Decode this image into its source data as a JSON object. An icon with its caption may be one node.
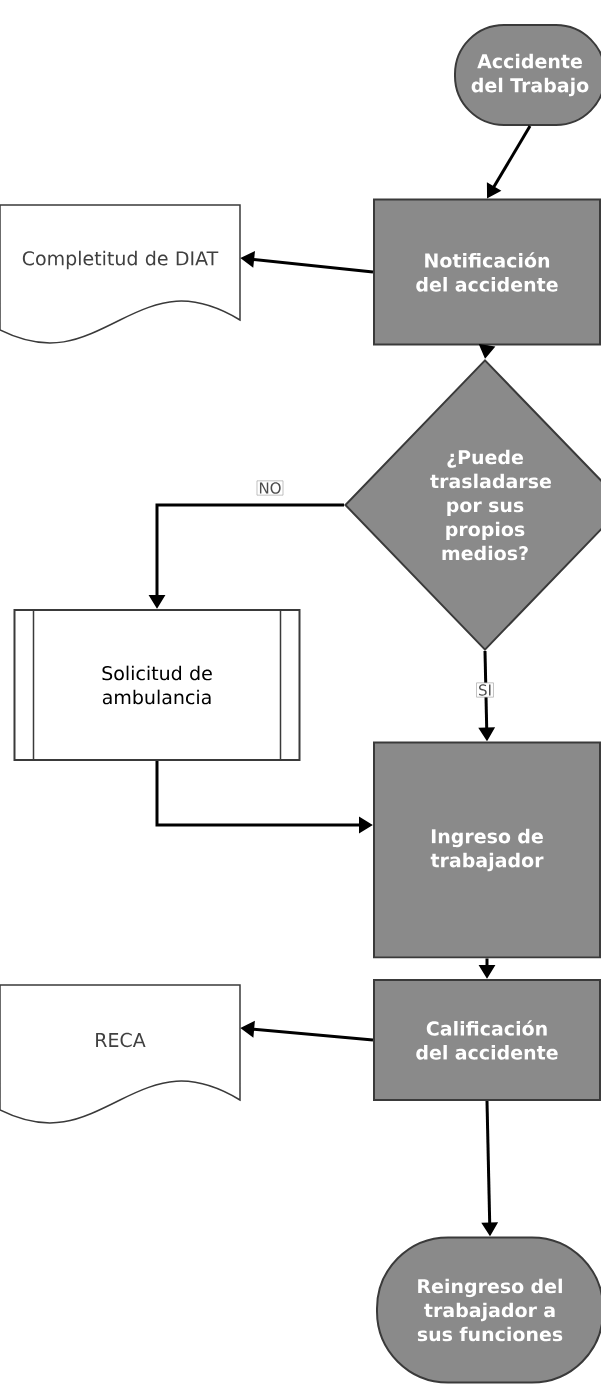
{
  "diagram": {
    "nodes": [
      {
        "text": [
          "Accidente del Trabajo"
        ]
      },
      {
        "text": [
          "Notificación del accidente"
        ]
      },
      {
        "text": [
          "Completitud de DIAT"
        ]
      },
      {
        "text": [
          "¿Puede trasladarse por sus propios medios?"
        ]
      },
      {
        "text": [
          "Solicitud de ambulancia"
        ]
      },
      {
        "text": [
          "Ingreso de trabajador"
        ]
      },
      {
        "text": [
          "Calificación del accidente"
        ]
      },
      {
        "text": [
          "RECA"
        ]
      },
      {
        "text": [
          "Reingreso del trabajador a sus funciones"
        ]
      }
    ],
    "edges": [
      {
        "from": 0,
        "to": 1,
        "arrow": "to"
      },
      {
        "from": 1,
        "to": 2,
        "arrow": "to"
      },
      {
        "from": 1,
        "to": 3,
        "arrow": "to"
      },
      {
        "from": 3,
        "to": 4,
        "arrow": "to",
        "label": "NO"
      },
      {
        "from": 3,
        "to": 5,
        "arrow": "to",
        "label": "SI"
      },
      {
        "from": 4,
        "to": 5,
        "arrow": "to"
      },
      {
        "from": 5,
        "to": 6,
        "arrow": "to"
      },
      {
        "from": 6,
        "to": 7,
        "arrow": "to"
      },
      {
        "from": 6,
        "to": 8,
        "arrow": "to"
      }
    ]
  }
}
